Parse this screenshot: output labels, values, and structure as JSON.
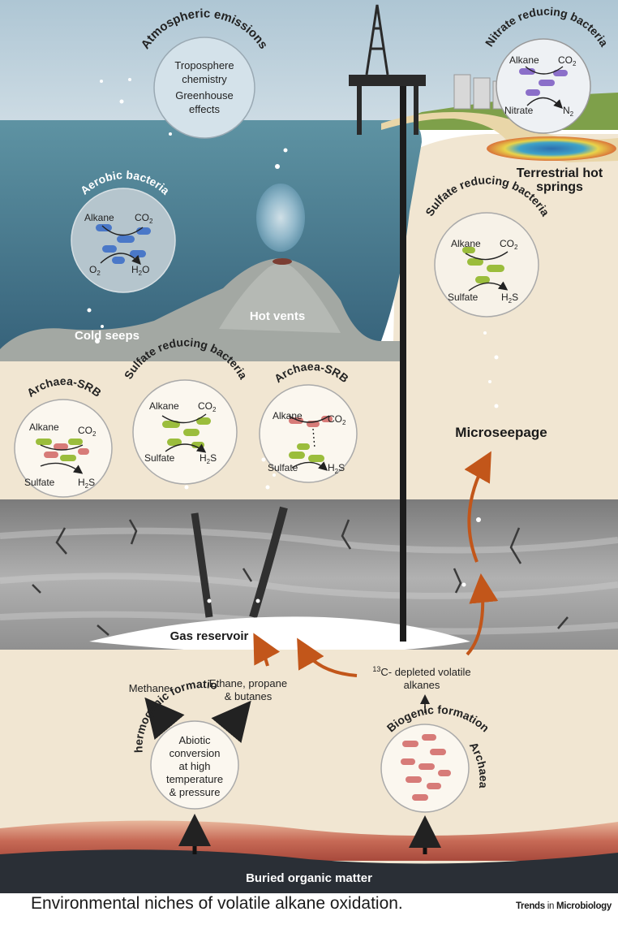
{
  "figure": {
    "caption": "Environmental niches of volatile alkane oxidation.",
    "credit_trends": "Trends",
    "credit_in": " in ",
    "credit_journal": "Microbiology"
  },
  "colors": {
    "sky": "#b9cedb",
    "sea": "#4f7e8f",
    "sediment": "#f1e6d2",
    "rock": "#9d9d9d",
    "organic": "#2a2f36",
    "blue_bacteria": "#4a78c8",
    "green_bacteria": "#9bbd3c",
    "red_bacteria": "#d77b78",
    "purple_bacteria": "#8b6fc9",
    "arrow_orange": "#c2561a"
  },
  "labels": {
    "atmospheric_title": "Atmospheric emissions",
    "atmo_line1": "Troposphere",
    "atmo_line2": "chemistry",
    "atmo_line3": "Greenhouse",
    "atmo_line4": "effects",
    "nitrate_title": "Nitrate reducing bacteria",
    "terrestrial_line1": "Terrestrial hot",
    "terrestrial_line2": "springs",
    "aerobic_title": "Aerobic bacteria",
    "sulfate_title": "Sulfate reducing bacteria",
    "cold_seeps": "Cold seeps",
    "hot_vents": "Hot vents",
    "archaea_srb": "Archaea-SRB",
    "microseepage": "Microseepage",
    "gas_reservoir": "Gas reservoir",
    "methane": "Methane",
    "ethane_line1": "Ethane, propane",
    "ethane_line2": "& butanes",
    "c13_sup": "13",
    "c13_line1": "C- depleted volatile",
    "c13_line2": "alkanes",
    "thermogenic": "Thermogenic formation",
    "abiotic_line1": "Abiotic",
    "abiotic_line2": "conversion",
    "abiotic_line3": "at high",
    "abiotic_line4": "temperature",
    "abiotic_line5": "& pressure",
    "biogenic": "Biogenic formation",
    "archaea": "Archaea",
    "buried": "Buried organic matter"
  },
  "circles": {
    "alkane": "Alkane",
    "co": "CO",
    "sub2": "2",
    "nitrate": "Nitrate",
    "n": "N",
    "o": "O",
    "h": "H",
    "h2o_o": "O",
    "sulfate": "Sulfate",
    "s": "S"
  }
}
